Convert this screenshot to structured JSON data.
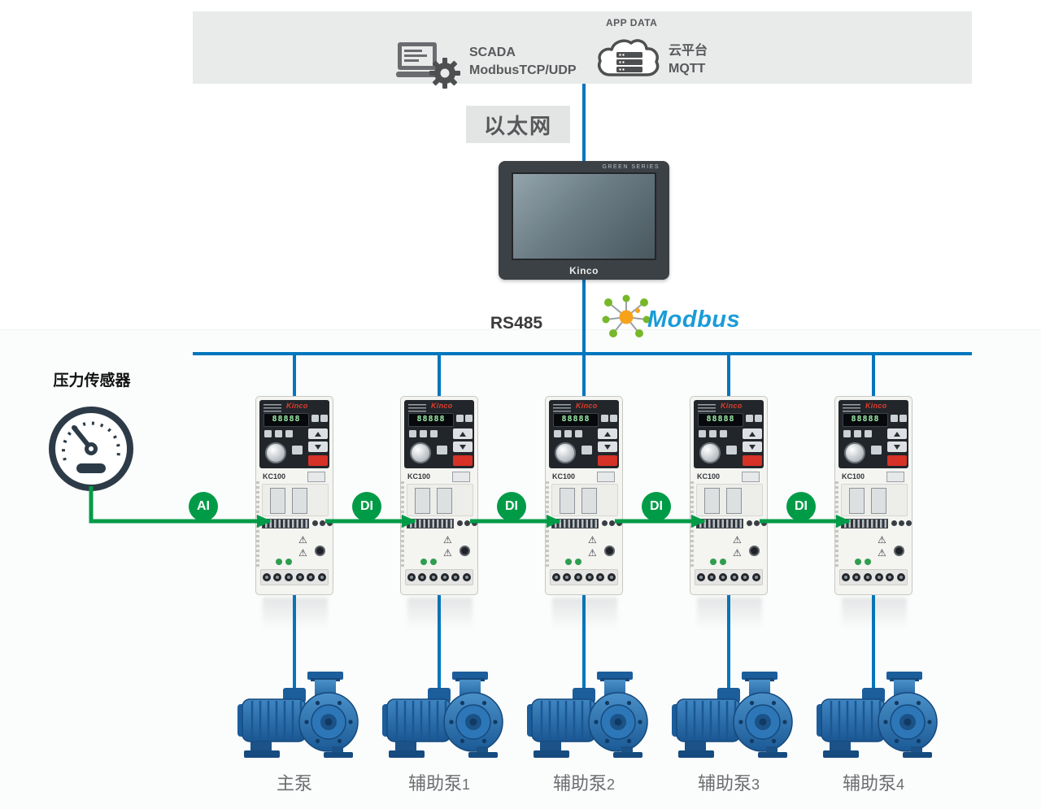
{
  "top_bar": {
    "scada": {
      "line1": "SCADA",
      "line2": "ModbusTCP/UDP"
    },
    "app_data_label": "APP DATA",
    "cloud": {
      "line1": "云平台",
      "line2": "MQTT"
    }
  },
  "ethernet": {
    "label": "以太网"
  },
  "hmi": {
    "brand": "Kinco",
    "series": "GREEN SERIES"
  },
  "fieldbus": {
    "rs485_label": "RS485",
    "modbus_label": "Modbus"
  },
  "sensor": {
    "label": "压力传感器"
  },
  "signals": {
    "ai_label": "AI",
    "di_label": "DI"
  },
  "drives": [
    {
      "brand": "Kinco",
      "model": "KC100",
      "display": "88888"
    },
    {
      "brand": "Kinco",
      "model": "KC100",
      "display": "88888"
    },
    {
      "brand": "Kinco",
      "model": "KC100",
      "display": "88888"
    },
    {
      "brand": "Kinco",
      "model": "KC100",
      "display": "88888"
    },
    {
      "brand": "Kinco",
      "model": "KC100",
      "display": "88888"
    }
  ],
  "pumps": [
    {
      "label": "主泵",
      "num": ""
    },
    {
      "label": "辅助泵",
      "num": "1"
    },
    {
      "label": "辅助泵",
      "num": "2"
    },
    {
      "label": "辅助泵",
      "num": "3"
    },
    {
      "label": "辅助泵",
      "num": "4"
    }
  ],
  "colors": {
    "bus_blue": "#0076be",
    "signal_green": "#009b47",
    "brand_red": "#e03c2d",
    "modbus_blue": "#1a9cd8",
    "modbus_orange": "#f7a21b",
    "modbus_green": "#76b82a",
    "pump_blue": "#2a72b5"
  }
}
